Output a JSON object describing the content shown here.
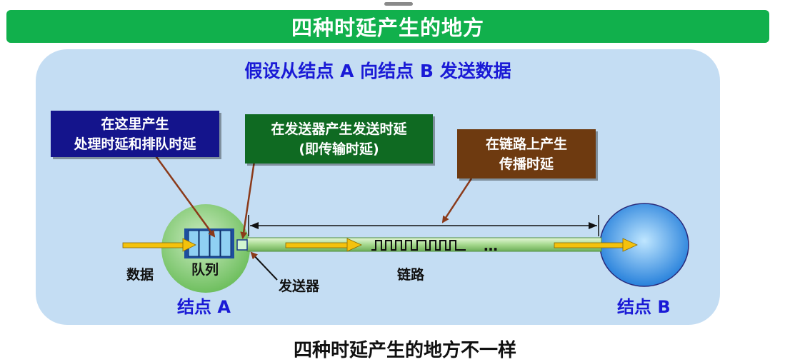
{
  "title": "四种时延产生的地方",
  "subtitle": "假设从结点 A 向结点 B 发送数据",
  "callouts": {
    "processing": [
      "在这里产生",
      "处理时延和排队时延"
    ],
    "transmission": [
      "在发送器产生发送时延",
      "(即传输时延)"
    ],
    "propagation": [
      "在链路上产生",
      "传播时延"
    ]
  },
  "labels": {
    "data": "数据",
    "queue": "队列",
    "transmitter": "发送器",
    "link": "链路",
    "node_a": "结点 A",
    "node_b": "结点 B",
    "dots": "…"
  },
  "caption": "四种时延产生的地方不一样",
  "colors": {
    "title_bar": "#11b04c",
    "panel": "#c4ddf3",
    "processing_box": "#14148c",
    "transmission_box": "#0f6a22",
    "propagation_box": "#6e3a10",
    "node_a": "#7cc46a",
    "node_b": "#2e8fe0",
    "arrow": "#f4c20d",
    "pointer": "#8b3a1a"
  }
}
